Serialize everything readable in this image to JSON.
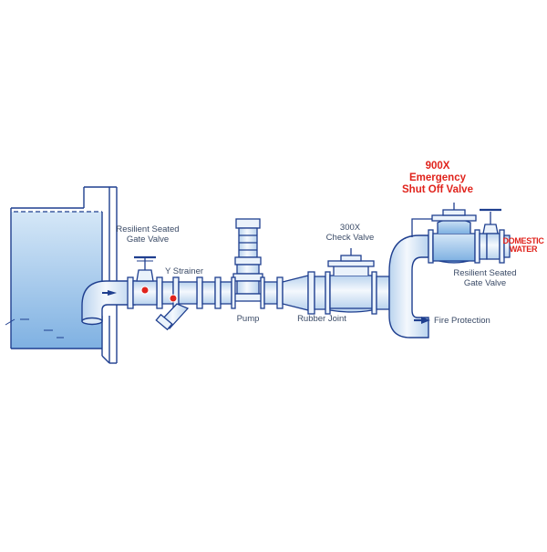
{
  "labels": {
    "gate_valve_left": [
      "Resilient Seated",
      "Gate Valve"
    ],
    "y_strainer": "Y Strainer",
    "pump": "Pump",
    "check_valve": [
      "300X",
      "Check Valve"
    ],
    "rubber_joint": "Rubber Joint",
    "emergency_valve": [
      "900X",
      "Emergency",
      "Shut Off Valve"
    ],
    "domestic_water": [
      "DOMESTIC",
      "WATER"
    ],
    "gate_valve_right": [
      "Resilient Seated",
      "Gate Valve"
    ],
    "fire_protection": "Fire Protection"
  },
  "colors": {
    "outline": "#1f3f8f",
    "pipe_fill": "#eaf2fb",
    "pipe_shade": "#b9d3ee",
    "water": "#8fbde8",
    "water_light": "#cfe3f6",
    "accent_red": "#e0231c",
    "label_text": "#3a4a66"
  }
}
